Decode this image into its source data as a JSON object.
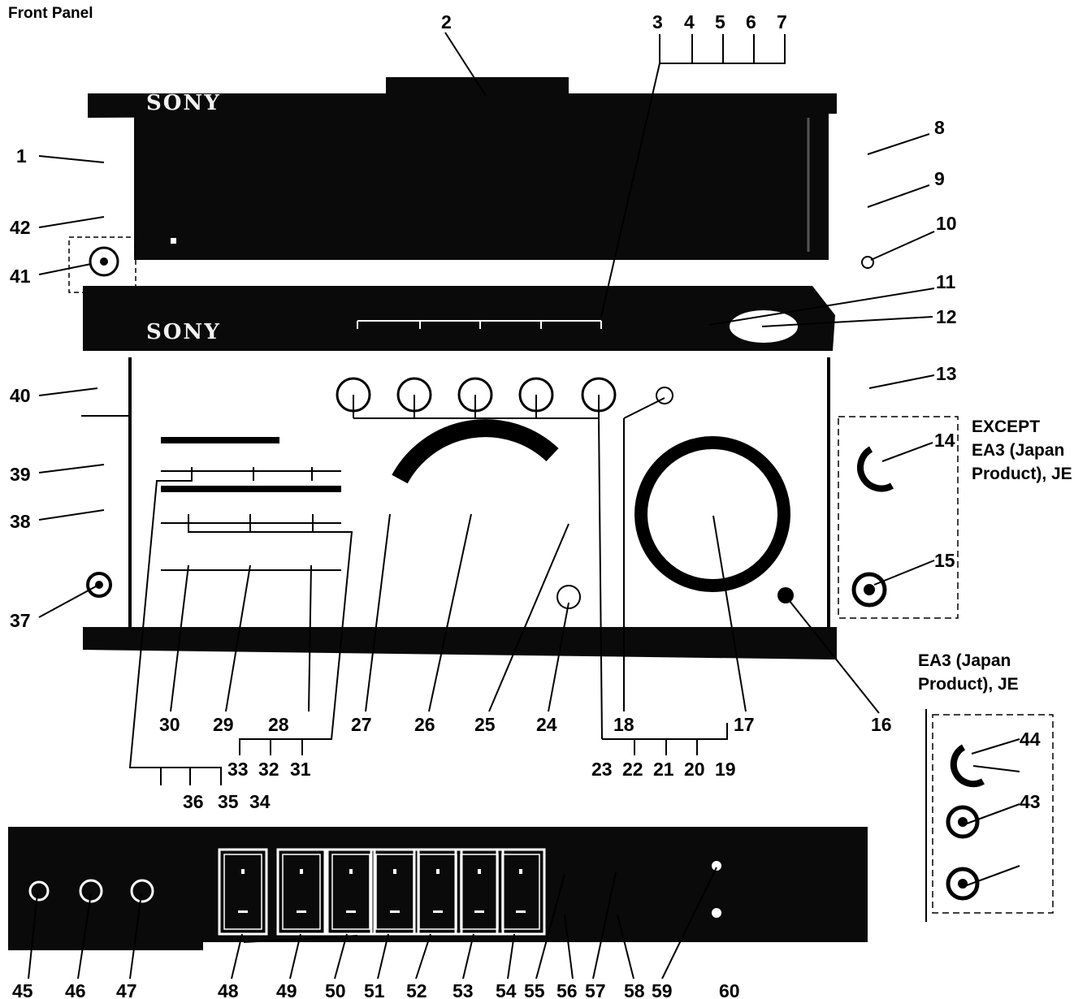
{
  "panel_title": "Front Panel",
  "brand": "SONY",
  "notes": {
    "except_variant": [
      "EXCEPT",
      "EA3 (Japan",
      "Product), JE"
    ],
    "variant": [
      "EA3 (Japan",
      "Product), JE"
    ]
  },
  "callouts": [
    "1",
    "2",
    "3",
    "4",
    "5",
    "6",
    "7",
    "8",
    "9",
    "10",
    "11",
    "12",
    "13",
    "14",
    "15",
    "16",
    "17",
    "18",
    "19",
    "20",
    "21",
    "22",
    "23",
    "24",
    "25",
    "26",
    "27",
    "28",
    "29",
    "30",
    "31",
    "32",
    "33",
    "34",
    "35",
    "36",
    "37",
    "38",
    "39",
    "40",
    "41",
    "42",
    "43",
    "44",
    "45",
    "46",
    "47",
    "48",
    "49",
    "50",
    "51",
    "52",
    "53",
    "54",
    "55",
    "56",
    "57",
    "58",
    "59",
    "60"
  ],
  "colors": {
    "panel": "#0a0a0a",
    "lines": "#000000",
    "background": "#ffffff",
    "face": "#ffffff"
  }
}
